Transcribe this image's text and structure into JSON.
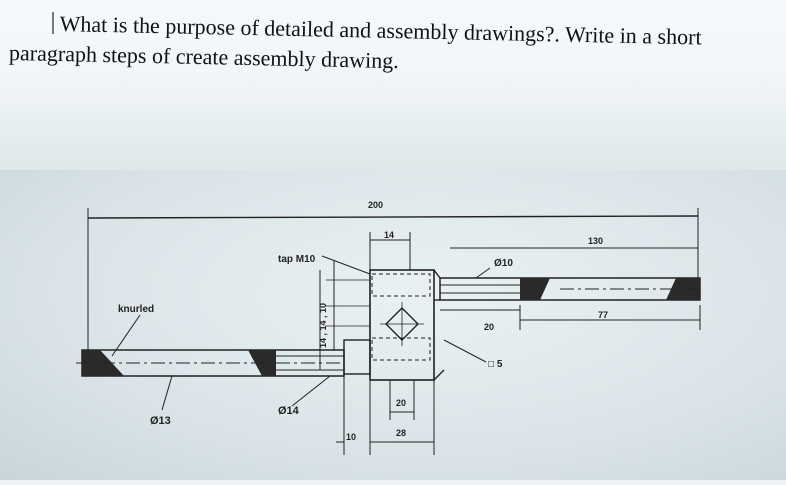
{
  "question": {
    "line1": "What is the purpose of detailed and assembly drawings?. Write in a short",
    "line2": "paragraph steps of create assembly drawing."
  },
  "drawing": {
    "dim_total": "200",
    "dim_14_top": "14",
    "dim_130": "130",
    "label_tap": "tap M10",
    "label_knurled": "knurled",
    "dim_dia10": "Ø10",
    "dim_20_right": "20",
    "dim_77": "77",
    "dim_sq5": "□ 5",
    "dim_14_10": "14 , 14 , 10",
    "dim_dia13": "Ø13",
    "dim_dia14": "Ø14",
    "dim_10_bottom": "10",
    "dim_20_bottom": "20",
    "dim_28": "28"
  }
}
